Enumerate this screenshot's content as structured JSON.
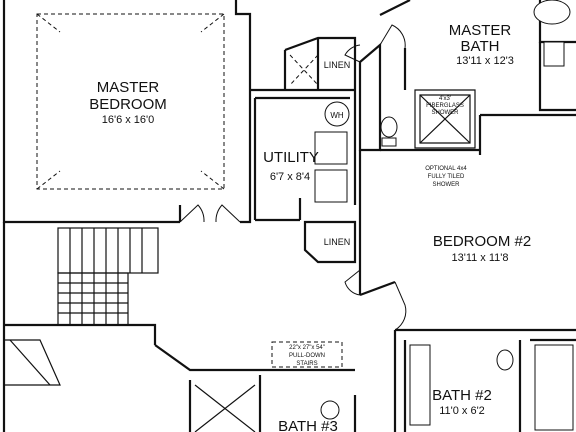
{
  "rooms": {
    "master_bedroom": {
      "name_line1": "MASTER",
      "name_line2": "BEDROOM",
      "dims": "16'6 x 16'0"
    },
    "master_bath": {
      "name_line1": "MASTER",
      "name_line2": "BATH",
      "dims": "13'11 x 12'3"
    },
    "utility": {
      "name": "UTILITY",
      "dims": "6'7 x 8'4"
    },
    "bedroom2": {
      "name": "BEDROOM #2",
      "dims": "13'11 x 11'8"
    },
    "bath2": {
      "name": "BATH #2",
      "dims": "11'0 x 6'2"
    },
    "bath3": {
      "name": "BATH #3"
    }
  },
  "labels": {
    "linen_top": "LINEN",
    "linen_mid": "LINEN",
    "wh": "WH",
    "shower_line1": "4'x3'",
    "shower_line2": "FIBERGLASS",
    "shower_line3": "SHOWER",
    "optional_line1": "OPTIONAL 4x4",
    "optional_line2": "FULLY TILED",
    "optional_line3": "SHOWER",
    "pulldown_line1": "22\"x 27\"x 54\"",
    "pulldown_line2": "PULL-DOWN",
    "pulldown_line3": "STAIRS"
  }
}
